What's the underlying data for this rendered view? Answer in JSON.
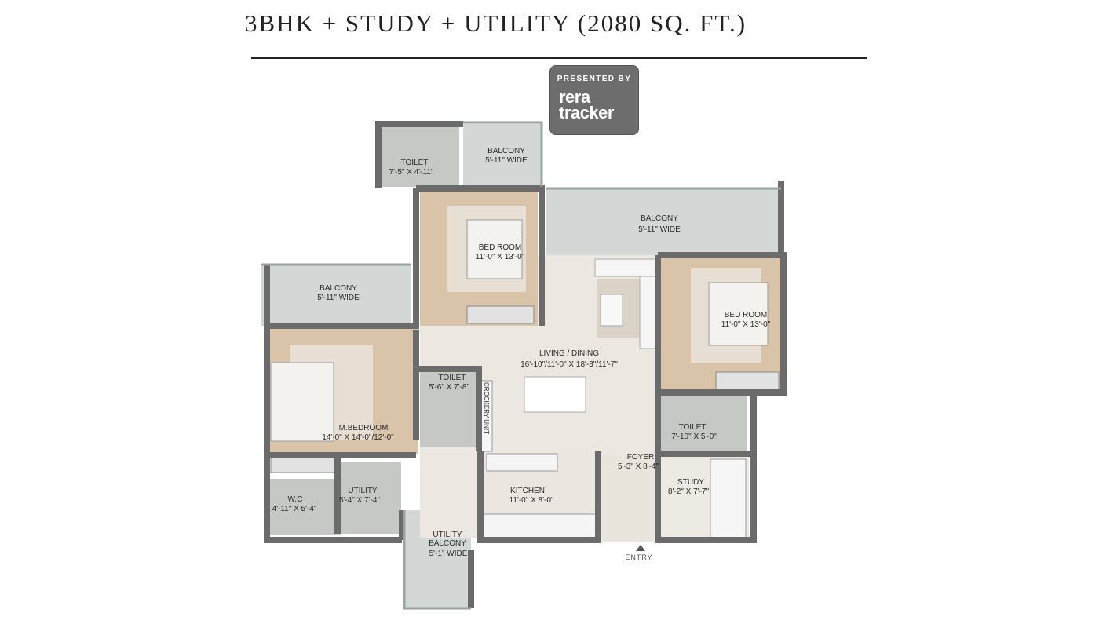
{
  "title": "3BHK + STUDY + UTILITY (2080 SQ. FT.)",
  "badge": {
    "line1": "PRESENTED BY",
    "line2": "rera",
    "line3": "tracker"
  },
  "rooms": {
    "toilet_top": {
      "name": "TOILET",
      "size": "7'-5\" X 4'-11\""
    },
    "balcony_top": {
      "name": "BALCONY",
      "size": "5'-11\" WIDE"
    },
    "bedroom_top": {
      "name": "BED ROOM",
      "size": "11'-0\" X 13'-0\""
    },
    "balcony_right": {
      "name": "BALCONY",
      "size": "5'-11\" WIDE"
    },
    "balcony_left": {
      "name": "BALCONY",
      "size": "5'-11\" WIDE"
    },
    "bedroom_right": {
      "name": "BED ROOM",
      "size": "11'-0\" X 13'-0\""
    },
    "living": {
      "name": "LIVING / DINING",
      "size": "16'-10\"/11'-0\" X 18'-3\"/11'-7\""
    },
    "toilet_mid": {
      "name": "TOILET",
      "size": "5'-6\" X 7'-8\""
    },
    "crockery": {
      "name": "CROCKERY UNIT"
    },
    "master": {
      "name": "M.BEDROOM",
      "size": "14'-0\" X 14'-0\"/12'-0\""
    },
    "toilet_right": {
      "name": "TOILET",
      "size": "7'-10\" X 5'-0\""
    },
    "foyer": {
      "name": "FOYER",
      "size": "5'-3\" X 8'-4\""
    },
    "study": {
      "name": "STUDY",
      "size": "8'-2\" X 7'-7\""
    },
    "kitchen": {
      "name": "KITCHEN",
      "size": "11'-0\" X 8'-0\""
    },
    "utility": {
      "name": "UTILITY",
      "size": "5'-4\" X 7'-4\""
    },
    "wc": {
      "name": "W.C",
      "size": "4'-11\" X 5'-4\""
    },
    "utility_balcony": {
      "name1": "UTILITY",
      "name2": "BALCONY",
      "size": "5'-1\" WIDE"
    }
  },
  "entry_label": "ENTRY",
  "colors": {
    "wall": "#6b6b6b",
    "floor_wood": "#d8c3a8",
    "floor_tile": "#c9cbc9",
    "floor_marble": "#ece7e0",
    "balcony": "#cfd6d3"
  }
}
